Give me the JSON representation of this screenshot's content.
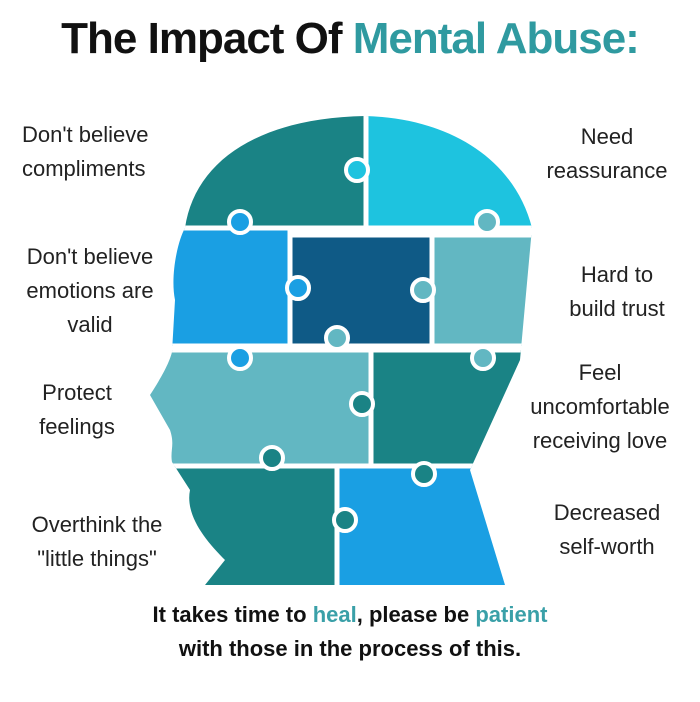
{
  "title": {
    "prefix": "The Impact Of ",
    "accent": "Mental Abuse:"
  },
  "labels": {
    "l1": [
      "Don't believe",
      "compliments"
    ],
    "l2": [
      "Don't believe",
      "emotions are",
      "valid"
    ],
    "l3": [
      "Protect",
      "feelings"
    ],
    "l4": [
      "Overthink the",
      "\"little things\""
    ],
    "r1": [
      "Need",
      "reassurance"
    ],
    "r2": [
      "Hard to",
      "build trust"
    ],
    "r3": [
      "Feel",
      "uncomfortable",
      "receiving love"
    ],
    "r4": [
      "Decreased",
      "self-worth"
    ]
  },
  "footer": {
    "p1": "It takes time to ",
    "heal": "heal",
    "p2": ", please be ",
    "patient": "patient",
    "line2": "with those in the process of this."
  },
  "colors": {
    "teal_dark": "#1a8385",
    "cyan": "#1ec3df",
    "blue": "#1a9fe3",
    "navy": "#0f5a86",
    "teal_light": "#62b7c2",
    "accent": "#2f9aa0"
  }
}
